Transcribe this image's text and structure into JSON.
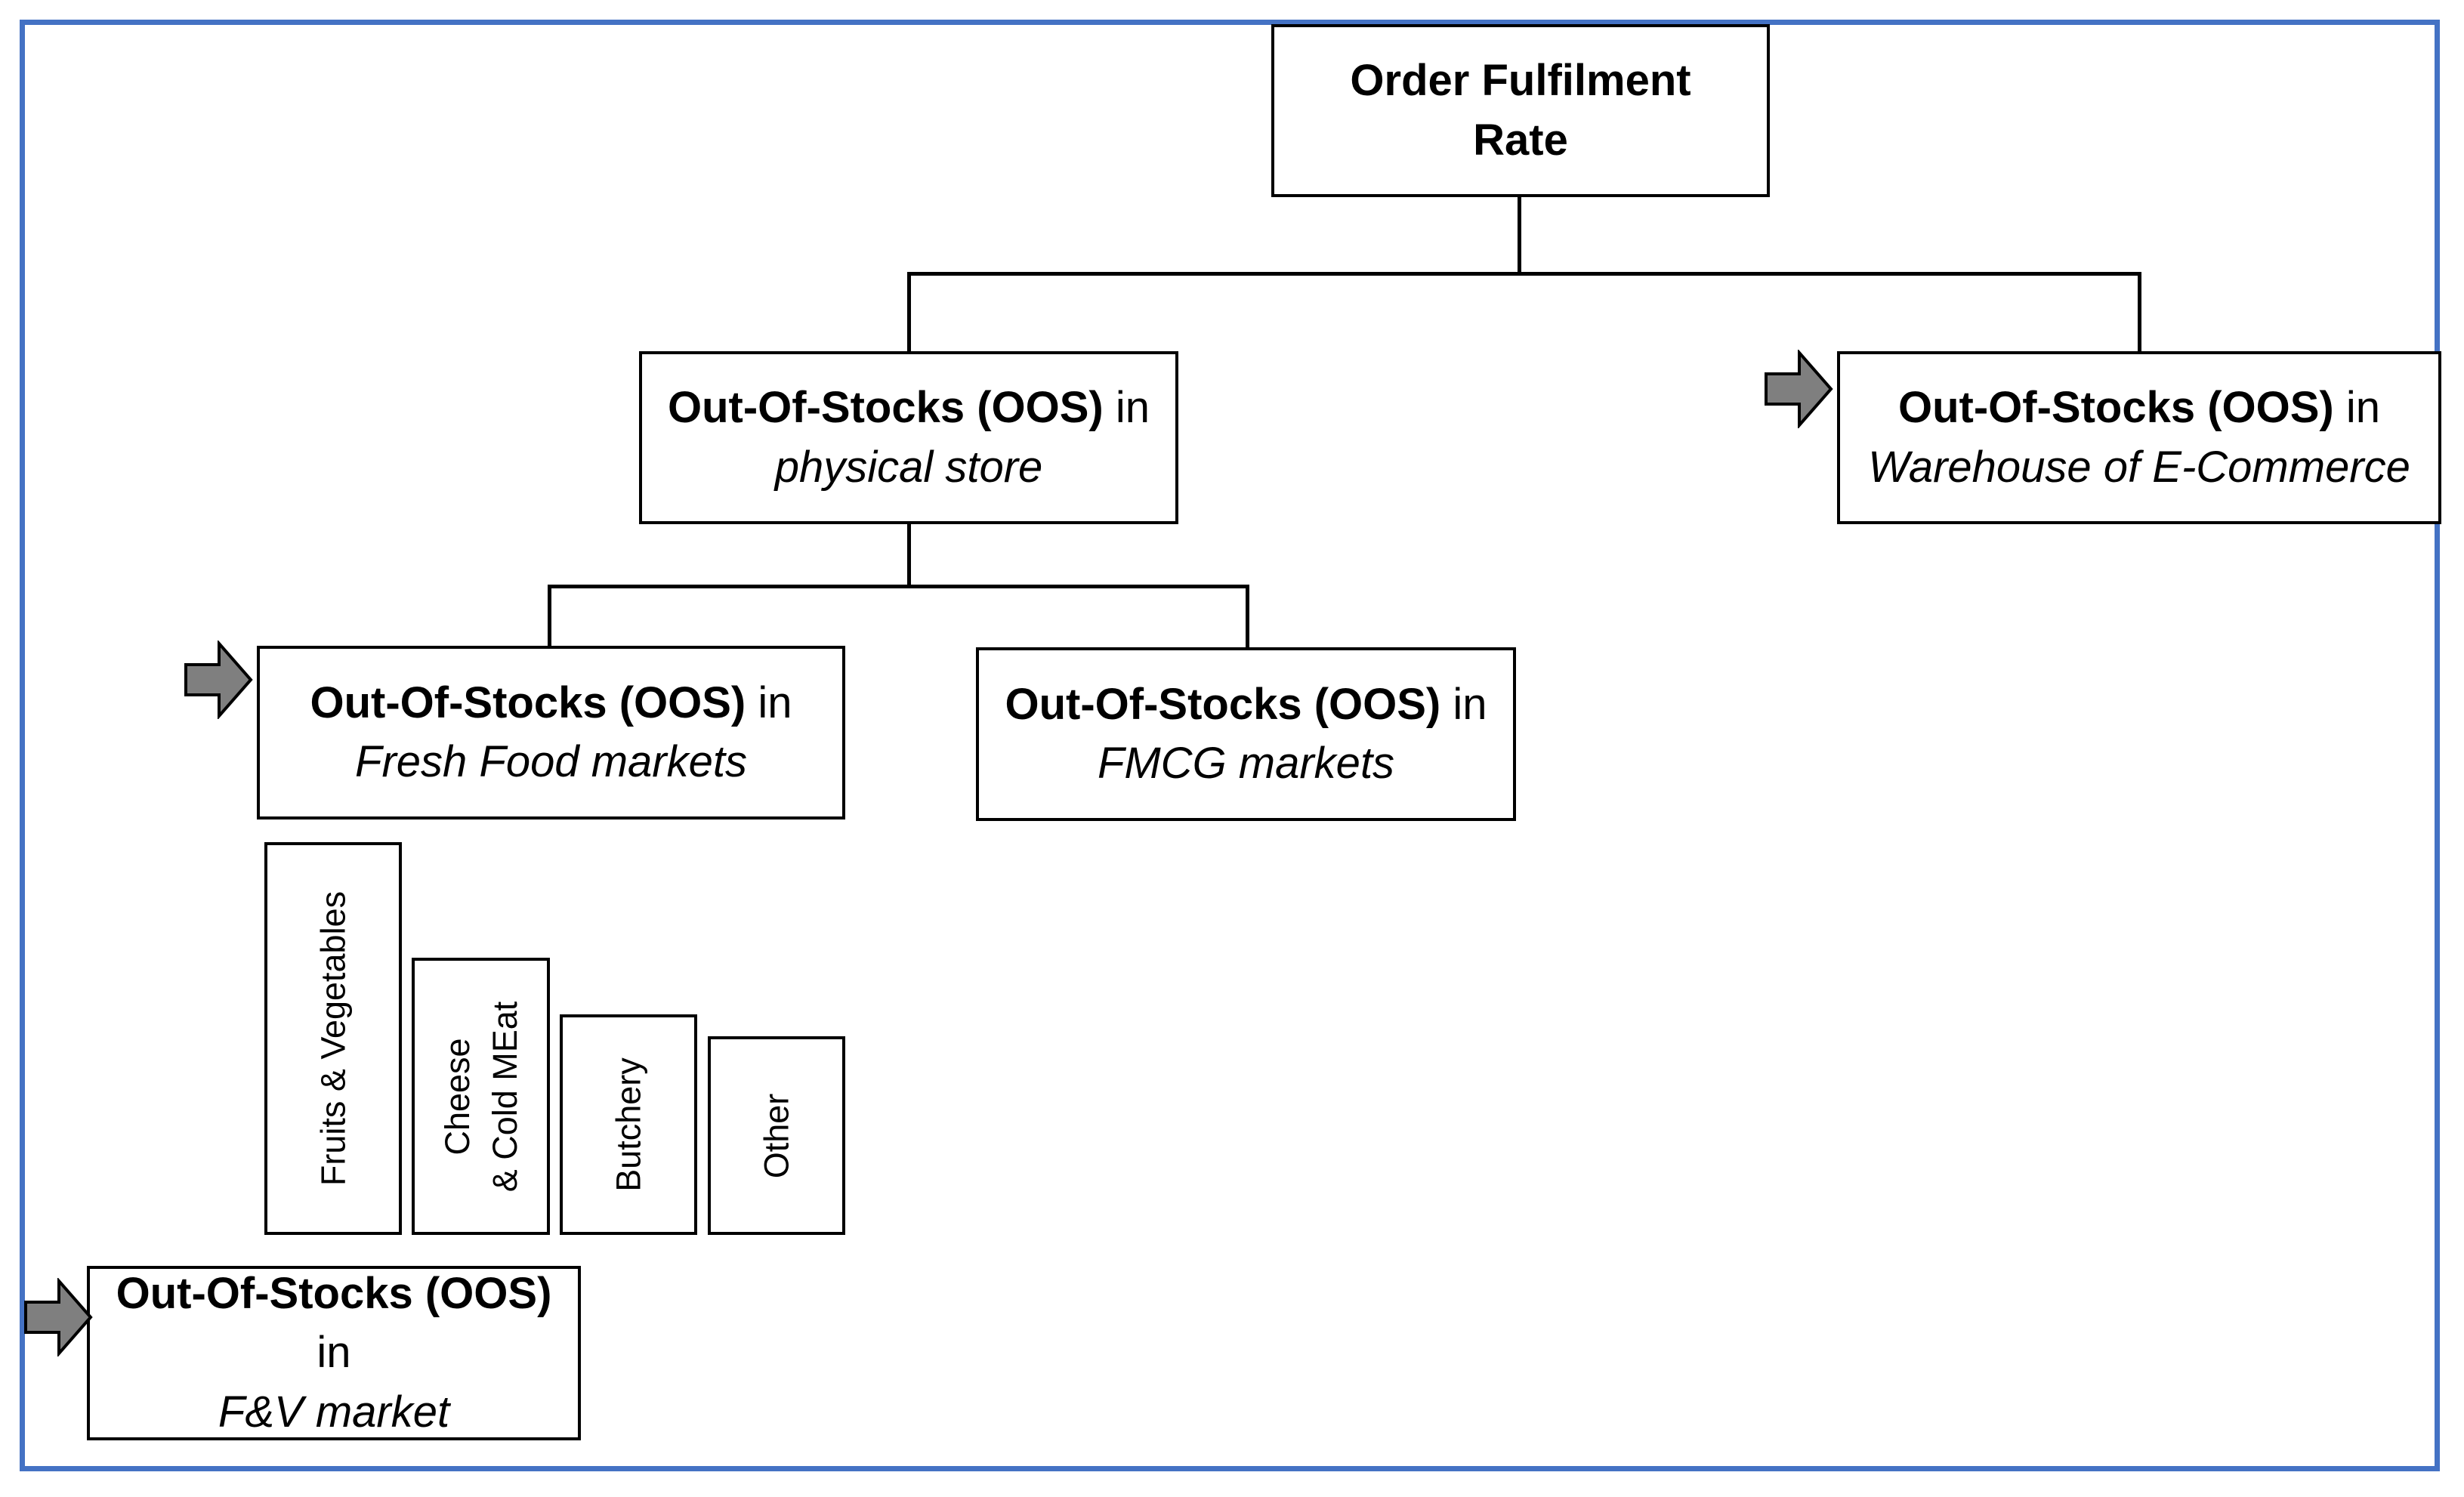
{
  "colors": {
    "frame": "#4472c4",
    "line": "#000000",
    "arrow_fill": "#7f7f7f"
  },
  "nodes": {
    "root": {
      "line1": "Order Fulfilment",
      "line2": "Rate"
    },
    "physical_store": {
      "bold": "Out-Of-Stocks (OOS)",
      "suffix": " in",
      "italic": "physical store"
    },
    "warehouse": {
      "bold": "Out-Of-Stocks (OOS)",
      "suffix": " in",
      "italic": "Warehouse of E-Commerce",
      "marker": "arrow-icon"
    },
    "fresh_food": {
      "bold": "Out-Of-Stocks (OOS)",
      "suffix": " in",
      "italic": "Fresh Food markets",
      "marker": "arrow-icon"
    },
    "fmcg": {
      "bold": "Out-Of-Stocks (OOS)",
      "suffix": " in",
      "italic": "FMCG markets"
    },
    "fv_market": {
      "bold": "Out-Of-Stocks (OOS)",
      "line2": "in",
      "italic": "F&V market",
      "marker": "arrow-icon"
    }
  },
  "categories": [
    {
      "line1": "Fruits & Vegetables"
    },
    {
      "line1": "Cheese",
      "line2": "& Cold MEat"
    },
    {
      "line1": "Butchery"
    },
    {
      "line1": "Other"
    }
  ]
}
